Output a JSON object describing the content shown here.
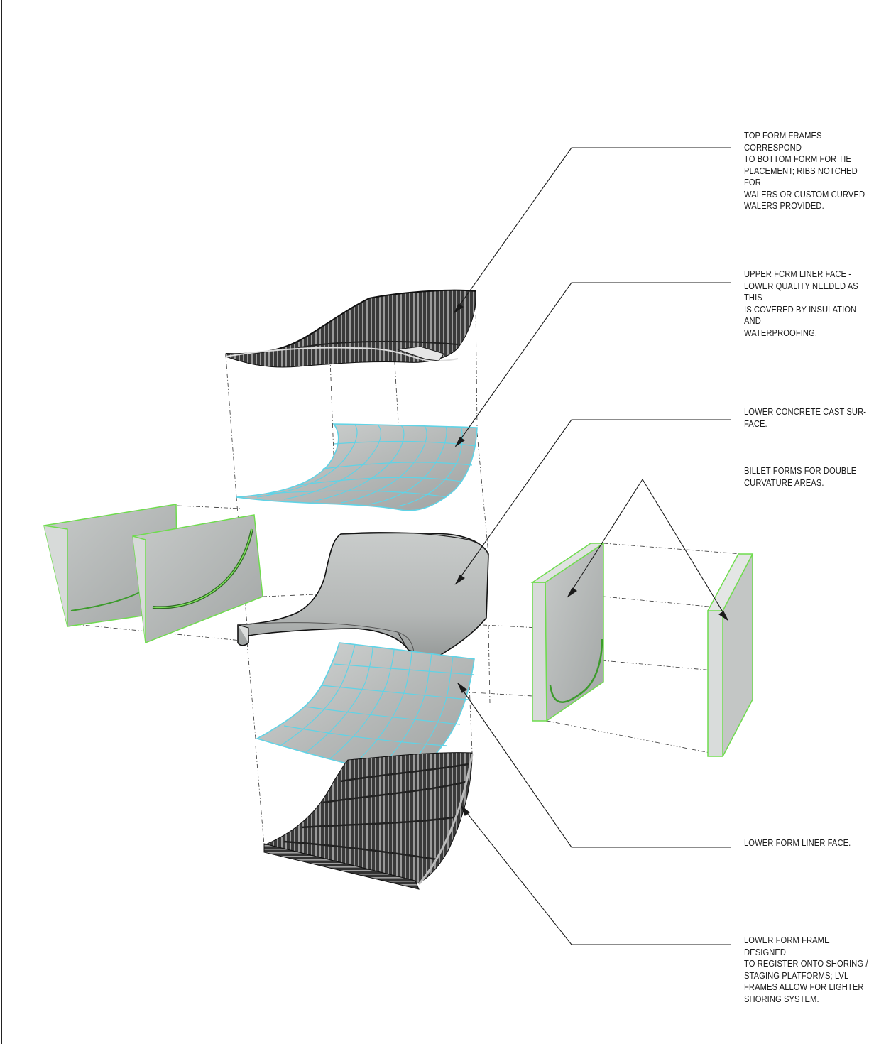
{
  "annotations": [
    {
      "id": "top-form-frames",
      "text": "TOP FORM FRAMES CORRESPOND\nTO BOTTOM FORM FOR TIE\nPLACEMENT; RIBS NOTCHED FOR\nWALERS OR CUSTOM CURVED\nWALERS PROVIDED."
    },
    {
      "id": "upper-form-liner",
      "text": "UPPER FCRM LINER FACE -\nLOWER QUALITY NEEDED AS THIS\nIS COVERED BY INSULATION AND\nWATERPROOFING."
    },
    {
      "id": "lower-concrete-cast",
      "text": "LOWER CONCRETE CAST SUR-\nFACE."
    },
    {
      "id": "billet-forms",
      "text": "BILLET FORMS FOR DOUBLE\nCURVATURE AREAS."
    },
    {
      "id": "lower-form-liner",
      "text": "LOWER FORM LINER FACE."
    },
    {
      "id": "lower-form-frame",
      "text": "LOWER FORM FRAME DESIGNED\nTO REGISTER ONTO SHORING /\nSTAGING PLATFORMS; LVL\nFRAMES ALLOW FOR LIGHTER\nSHORING SYSTEM."
    }
  ],
  "colors": {
    "liner_outline": "#5fd3e6",
    "billet_edge": "#6fdc4e",
    "frame_dark": "#2b2b2b",
    "surface_grey": "#b9bcbb",
    "leader": "#1a1a1a"
  }
}
